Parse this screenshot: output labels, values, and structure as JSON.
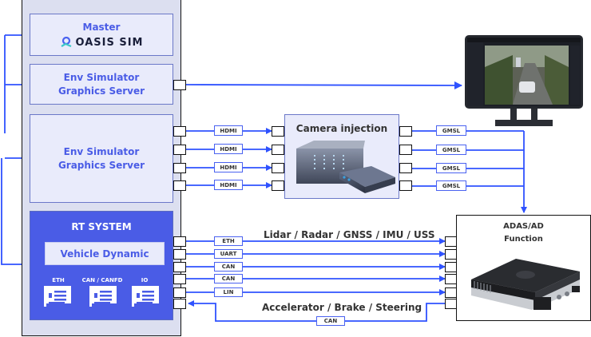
{
  "master": {
    "title": "Master",
    "logo_text": "OASIS SIM"
  },
  "env_sim_1": {
    "line1": "Env Simulator",
    "line2": "Graphics Server"
  },
  "env_sim_2": {
    "line1": "Env Simulator",
    "line2": "Graphics Server"
  },
  "rt_system": {
    "title": "RT SYSTEM",
    "vehicle_dynamic": "Vehicle Dynamic",
    "cards": [
      {
        "label": "ETH"
      },
      {
        "label": "CAN / CANFD"
      },
      {
        "label": "IO"
      }
    ]
  },
  "hdmi_links": [
    {
      "label": "HDMI"
    },
    {
      "label": "HDMI"
    },
    {
      "label": "HDMI"
    },
    {
      "label": "HDMI"
    }
  ],
  "camera_injection": {
    "title": "Camera injection"
  },
  "gmsl_links": [
    {
      "label": "GMSL"
    },
    {
      "label": "GMSL"
    },
    {
      "label": "GMSL"
    },
    {
      "label": "GMSL"
    }
  ],
  "sensor_links": {
    "caption": "Lidar / Radar / GNSS / IMU / USS",
    "items": [
      {
        "label": "ETH"
      },
      {
        "label": "UART"
      },
      {
        "label": "CAN"
      },
      {
        "label": "CAN"
      },
      {
        "label": "LIN"
      }
    ]
  },
  "actuator_link": {
    "caption": "Accelerator / Brake / Steering",
    "label": "CAN"
  },
  "adas": {
    "line1": "ADAS/AD",
    "line2": "Function"
  },
  "colors": {
    "accent": "#4a62f0",
    "rt_fill": "#4a5ce6",
    "panel_fill": "#e9ebfb",
    "outer_fill": "#dcdff0"
  }
}
